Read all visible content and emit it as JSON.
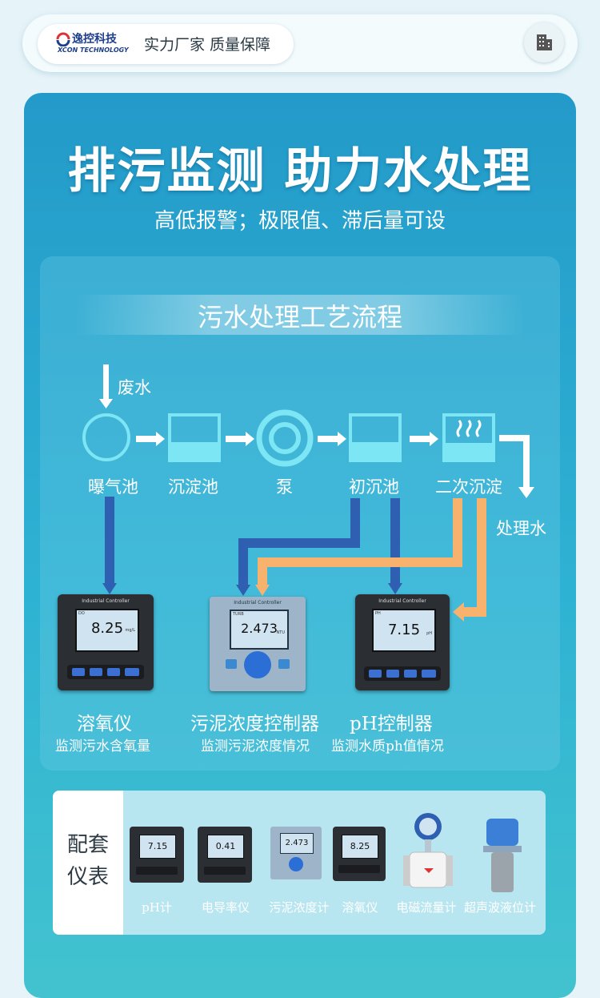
{
  "header": {
    "brand_cn": "逸控科技",
    "brand_en": "XCON TECHNOLOGY",
    "slogan": "实力厂家 质量保障",
    "home_icon": "building-icon"
  },
  "hero": {
    "headline": "排污监测 助力水处理",
    "subline": "高低报警；极限值、滞后量可设"
  },
  "process": {
    "title": "污水处理工艺流程",
    "inlet_label": "废水",
    "outlet_label": "处理水",
    "stations": [
      "曝气池",
      "沉淀池",
      "泵",
      "初沉池",
      "二次沉淀"
    ]
  },
  "devices": [
    {
      "name": "溶氧仪",
      "desc": "监测污水含氧量",
      "reading": "8.25",
      "unit": "mg/L",
      "tag": "DO",
      "model_label": "Industrial Controller"
    },
    {
      "name": "污泥浓度控制器",
      "desc": "监测污泥浓度情况",
      "reading": "2.473",
      "unit": "NTU",
      "tag": "TURB",
      "model_label": "Industrial Controller"
    },
    {
      "name": "pH控制器",
      "desc": "监测水质ph值情况",
      "reading": "7.15",
      "unit": "pH",
      "tag": "PH",
      "model_label": "Industrial Controller"
    }
  ],
  "accessories": {
    "label_line1": "配套",
    "label_line2": "仪表",
    "items": [
      {
        "name": "pH计",
        "reading": "7.15"
      },
      {
        "name": "电导率仪",
        "reading": "0.41"
      },
      {
        "name": "污泥浓度计",
        "reading": "2.473"
      },
      {
        "name": "溶氧仪",
        "reading": "8.25"
      },
      {
        "name": "电磁流量计",
        "reading": ""
      },
      {
        "name": "超声波液位计",
        "reading": ""
      }
    ]
  },
  "colors": {
    "panel_blue": "#239ac9",
    "flow_white": "#ffffff",
    "station_cyan": "#7de6f4",
    "link_blue": "#2f5fb0",
    "link_orange": "#f7b36e"
  }
}
